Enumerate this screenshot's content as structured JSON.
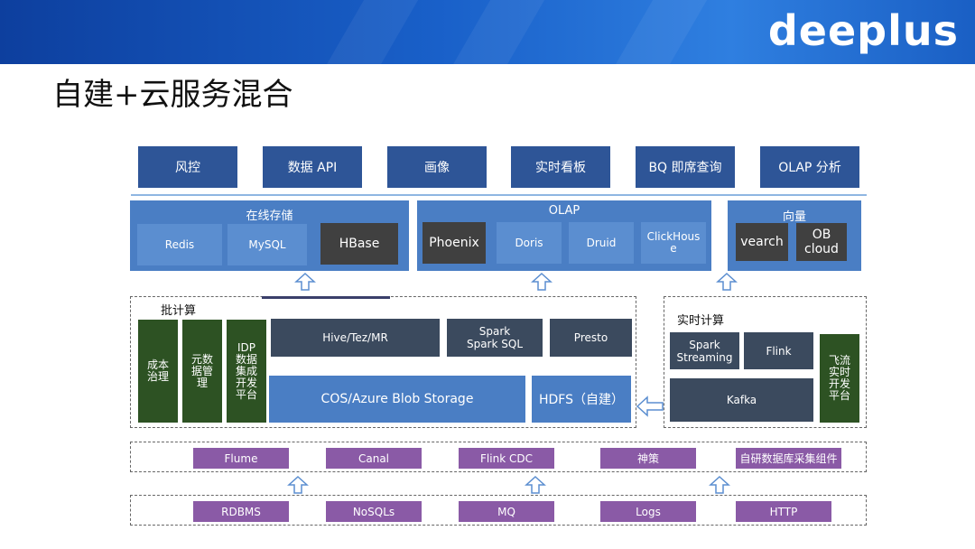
{
  "logo": "deeplus",
  "title": "自建+云服务混合",
  "top_row": [
    "风控",
    "数据 API",
    "画像",
    "实时看板",
    "BQ 即席查询",
    "OLAP 分析"
  ],
  "online_storage": {
    "label": "在线存储",
    "items": [
      "Redis",
      "MySQL",
      "HBase"
    ]
  },
  "olap": {
    "label": "OLAP",
    "items": [
      "Phoenix",
      "Doris",
      "Druid",
      "ClickHouse"
    ]
  },
  "vector": {
    "label": "向量",
    "items": [
      "vearch",
      "OB cloud"
    ]
  },
  "batch": {
    "label": "批计算",
    "side": [
      "成本治理",
      "元数据管理",
      "IDP数据集成开发平台"
    ],
    "engines": [
      "Hive/Tez/MR",
      "Spark\nSpark SQL",
      "Presto"
    ],
    "cos": "COS/Azure Blob Storage",
    "hdfs": "HDFS（自建）"
  },
  "realtime": {
    "label": "实时计算",
    "items": [
      "Spark\nStreaming",
      "Flink",
      "Kafka"
    ],
    "side": "飞流实时开发平台"
  },
  "collectors": [
    "Flume",
    "Canal",
    "Flink CDC",
    "神策",
    "自研数据库采集组件"
  ],
  "sources": [
    "RDBMS",
    "NoSQLs",
    "MQ",
    "Logs",
    "HTTP"
  ],
  "colors": {
    "top": "#2e5597",
    "panel": "#4a7ec4",
    "green": "#2d5223",
    "slate": "#3b4a5e",
    "purple": "#8a5aa6",
    "dark": "#404040"
  }
}
